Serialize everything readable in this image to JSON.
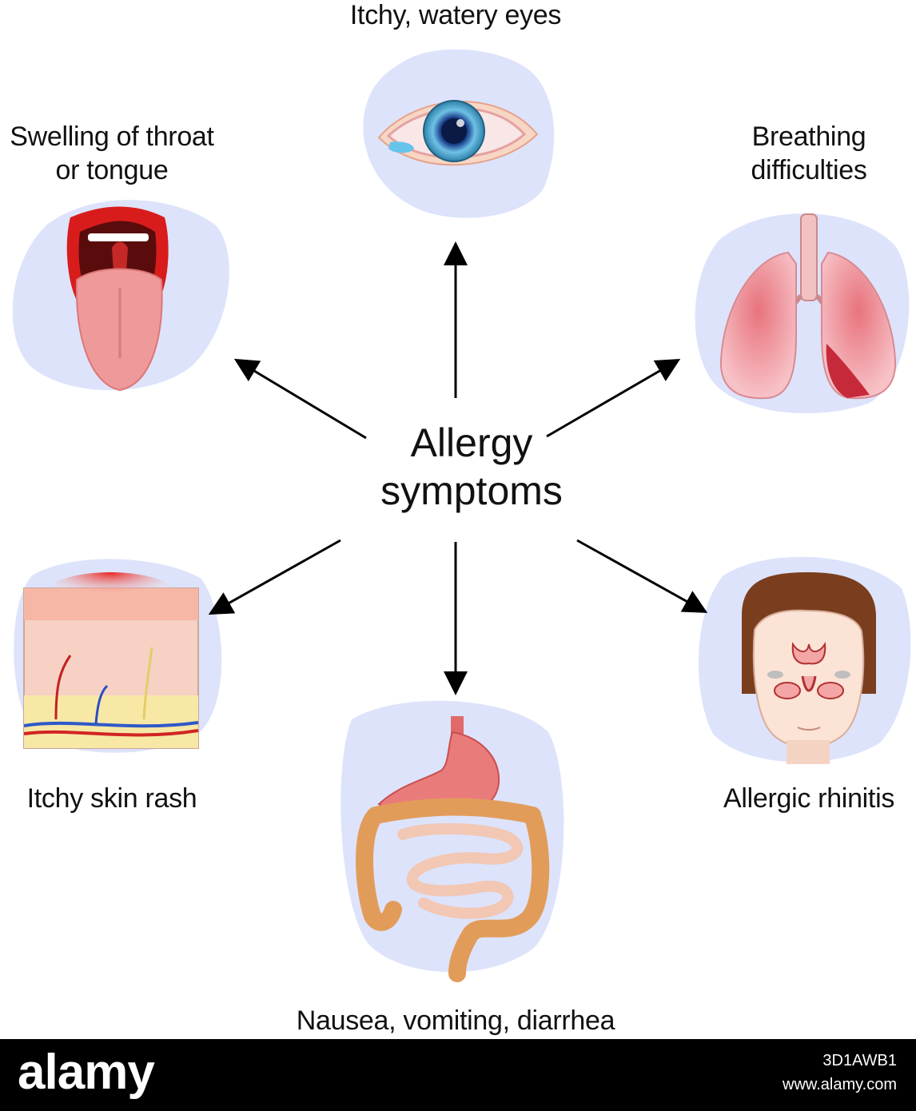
{
  "title": {
    "line1": "Allergy",
    "line2": "symptoms"
  },
  "symptoms": {
    "eyes": "Itchy, watery eyes",
    "throat": {
      "line1": "Swelling of throat",
      "line2": "or tongue"
    },
    "breathing": {
      "line1": "Breathing",
      "line2": "difficulties"
    },
    "skin": "Itchy skin rash",
    "rhinitis": "Allergic rhinitis",
    "gut": "Nausea, vomiting, diarrhea"
  },
  "footer": {
    "brand": "alamy",
    "image_id": "3D1AWB1",
    "site": "www.alamy.com"
  },
  "colors": {
    "blob": "#dde3fb",
    "arrow": "#000000",
    "lip": "#d81c1c",
    "tongue": "#ef9a9a",
    "lung": "#f4b3b8",
    "iris": "#4aa0c8",
    "skin_tissue": "#f6d1c4",
    "gut": "#e29c5a",
    "face": "#fbe3d6",
    "hair": "#7a3e1e"
  }
}
